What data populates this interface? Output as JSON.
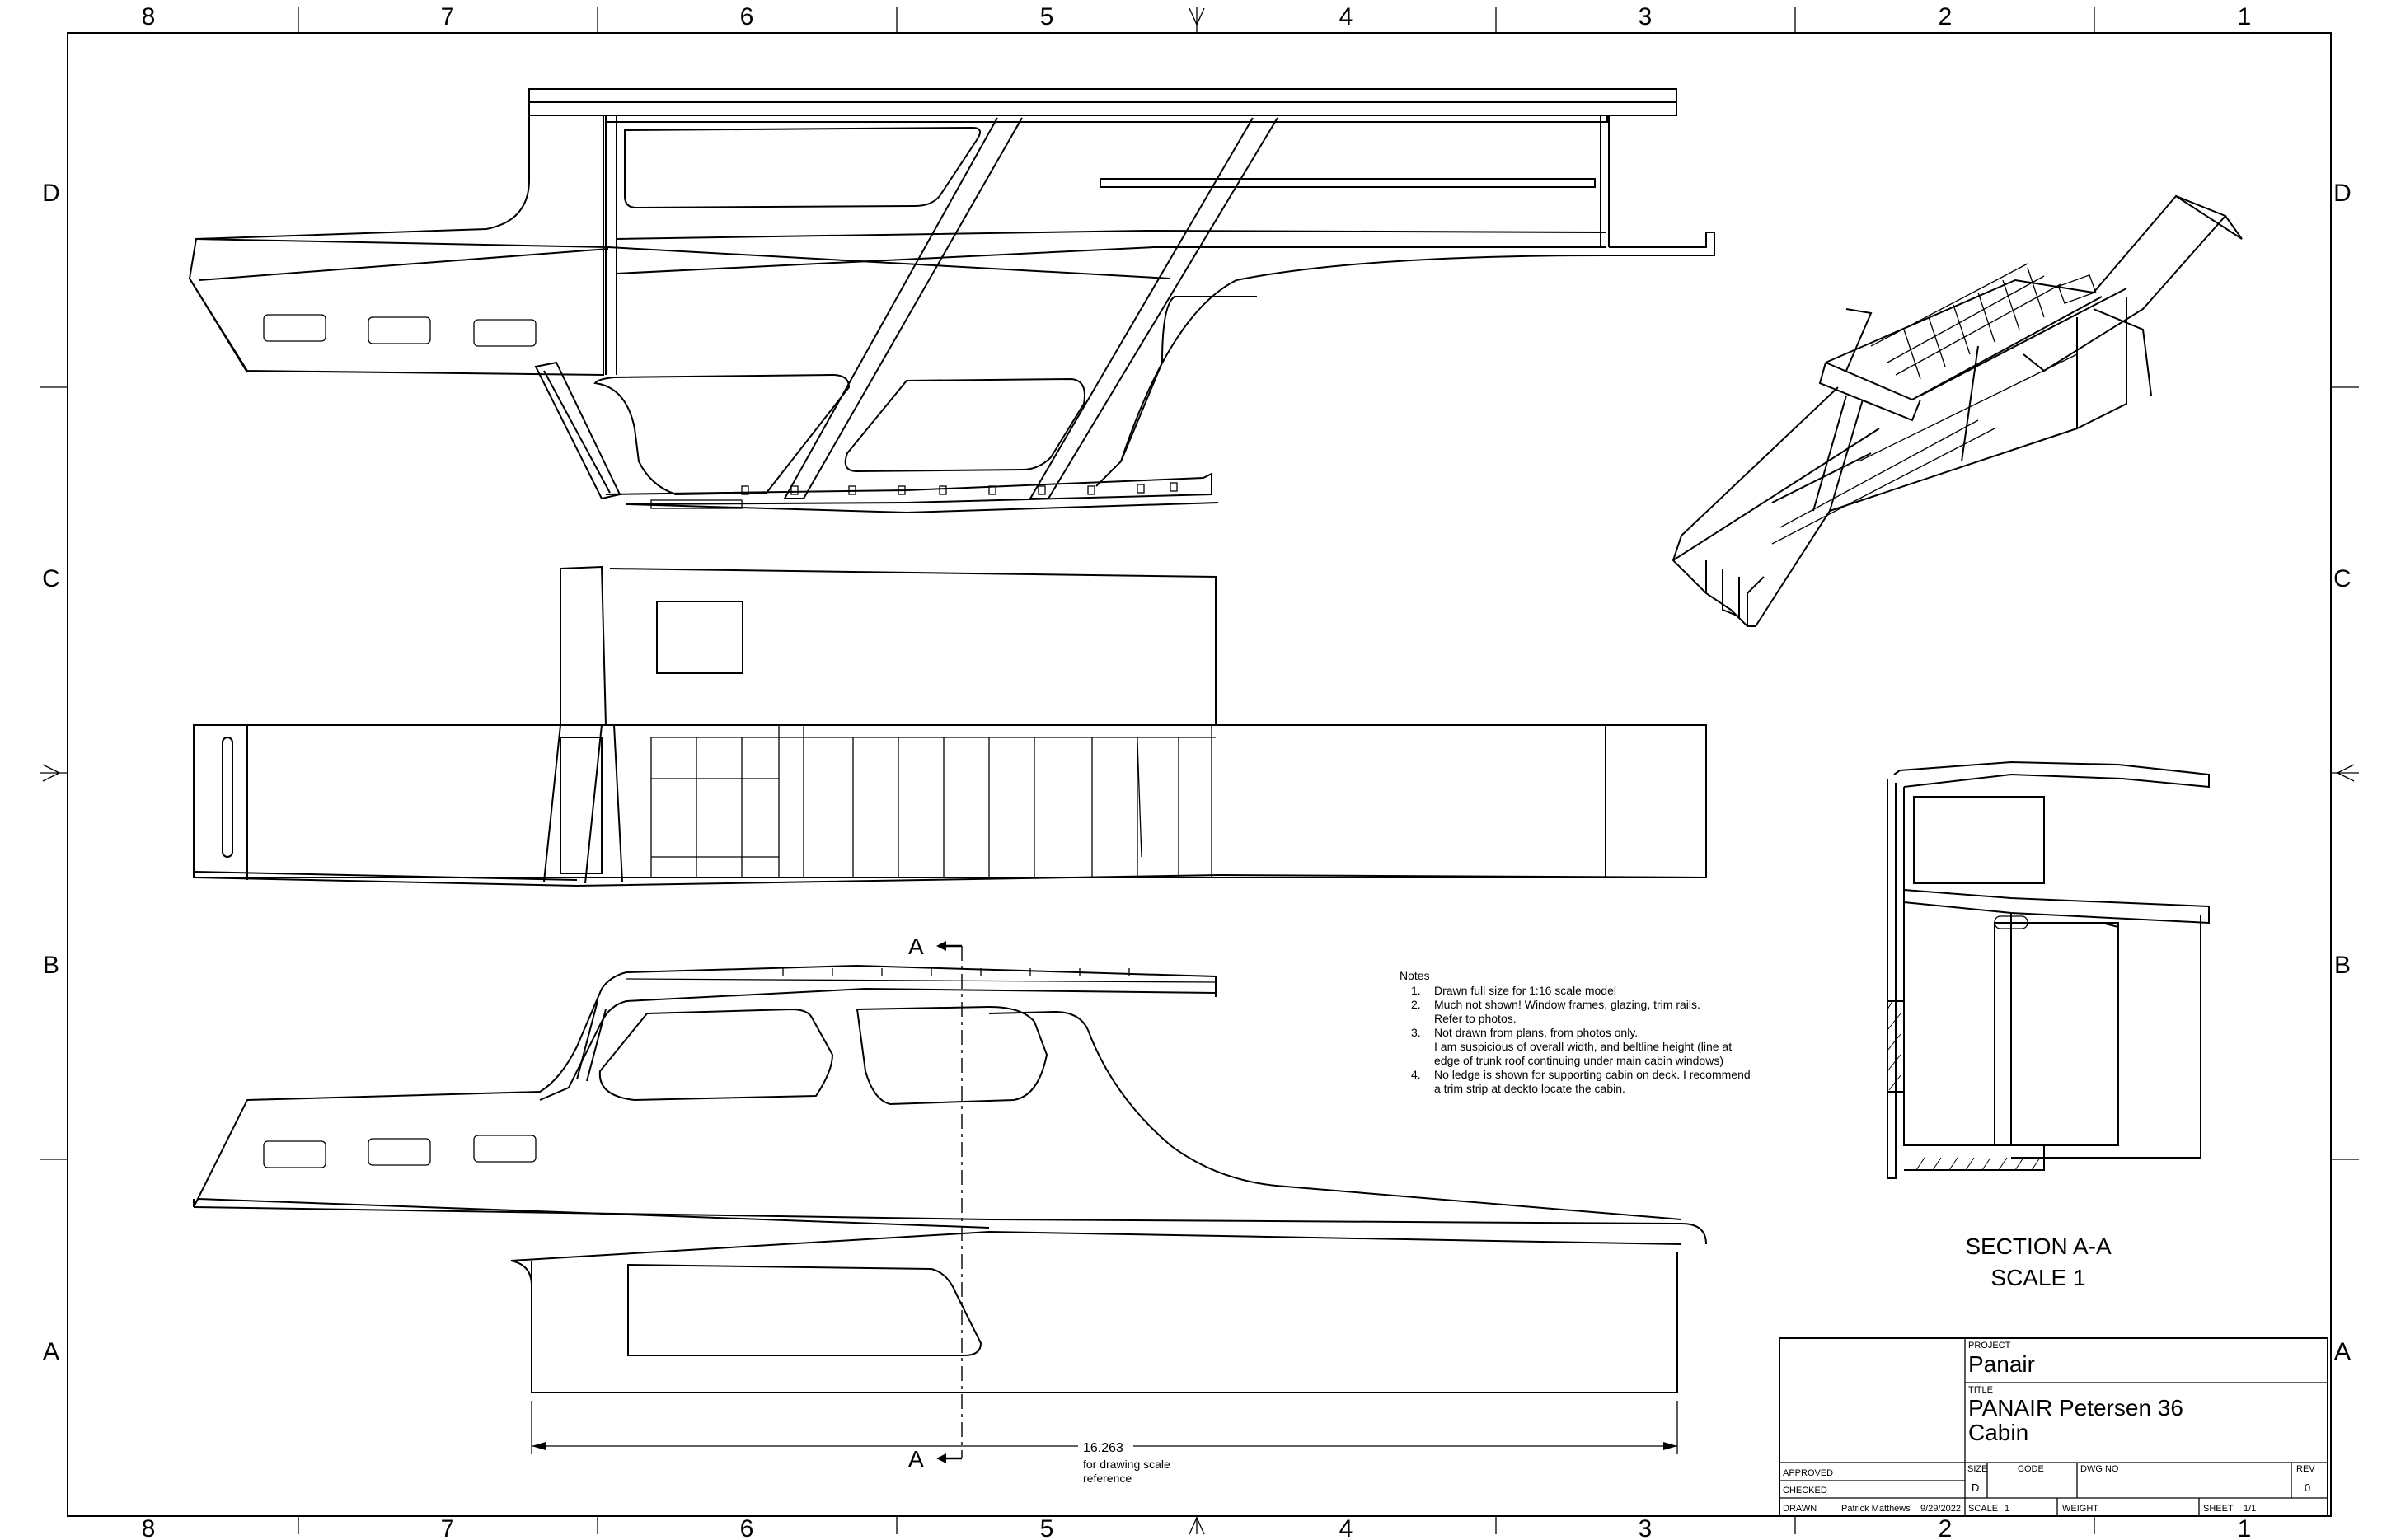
{
  "zones": {
    "columns": [
      "8",
      "7",
      "6",
      "5",
      "4",
      "3",
      "2",
      "1"
    ],
    "rows": [
      "D",
      "C",
      "B",
      "A"
    ]
  },
  "notes": {
    "heading": "Notes",
    "items": [
      {
        "num": "1.",
        "lines": [
          "Drawn full size for 1:16 scale model"
        ]
      },
      {
        "num": "2.",
        "lines": [
          "Much not shown! Window frames, glazing, trim rails.",
          "Refer to photos."
        ]
      },
      {
        "num": "3.",
        "lines": [
          "Not drawn from plans, from photos only.",
          "I am suspicious of overall width, and beltline height (line at",
          "edge of trunk roof continuing under main cabin windows)"
        ]
      },
      {
        "num": "4.",
        "lines": [
          "No ledge is shown for supporting cabin on deck. I recommend",
          "a trim strip at deckto locate the cabin."
        ]
      }
    ]
  },
  "section": {
    "title": "SECTION A-A",
    "scale": "SCALE 1",
    "marker": "A"
  },
  "dimension": {
    "value": "16.263",
    "note_line1": "for drawing scale",
    "note_line2": "reference"
  },
  "title_block": {
    "project_label": "PROJECT",
    "project": "Panair",
    "title_label": "TITLE",
    "title_line1": "PANAIR Petersen 36",
    "title_line2": "Cabin",
    "approved_label": "APPROVED",
    "checked_label": "CHECKED",
    "drawn_label": "DRAWN",
    "drawn_by": "Patrick Matthews",
    "drawn_date": "9/29/2022",
    "size_label": "SIZE",
    "size": "D",
    "code_label": "CODE",
    "dwg_label": "DWG NO",
    "rev_label": "REV",
    "rev": "0",
    "scale_label": "SCALE",
    "scale": "1",
    "weight_label": "WEIGHT",
    "sheet_label": "SHEET",
    "sheet": "1/1"
  }
}
